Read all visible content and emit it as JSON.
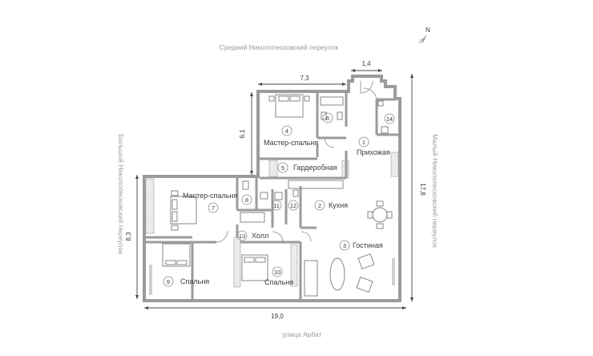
{
  "north": {
    "label": "N"
  },
  "streets": {
    "top": "Средний Николопесковский переулок",
    "left": "Большой Николопесковский переулок",
    "right": "Малый Николопесковский переулок",
    "bottom": "улица Арбат"
  },
  "dimensions": {
    "top_left": "7,3",
    "top_right": "1,4",
    "left_upper": "6,1",
    "left_lower": "8,3",
    "right": "17,8",
    "bottom": "19,0"
  },
  "rooms": [
    {
      "num": "1",
      "name": "Прихожая"
    },
    {
      "num": "2",
      "name": "Кухня"
    },
    {
      "num": "3",
      "name": "Гостиная"
    },
    {
      "num": "4",
      "name": "Мастер-спальня"
    },
    {
      "num": "5",
      "name": "Гардеробная"
    },
    {
      "num": "6",
      "name": ""
    },
    {
      "num": "7",
      "name": "Мастер-спальня"
    },
    {
      "num": "8",
      "name": ""
    },
    {
      "num": "9",
      "name": "Спальня"
    },
    {
      "num": "10",
      "name": "Спальня"
    },
    {
      "num": "11",
      "name": ""
    },
    {
      "num": "12",
      "name": ""
    },
    {
      "num": "13",
      "name": "Холл"
    },
    {
      "num": "14",
      "name": ""
    }
  ],
  "colors": {
    "wall": "#9b9b9b",
    "text": "#3a3a3a",
    "street": "#9a9a9a"
  }
}
